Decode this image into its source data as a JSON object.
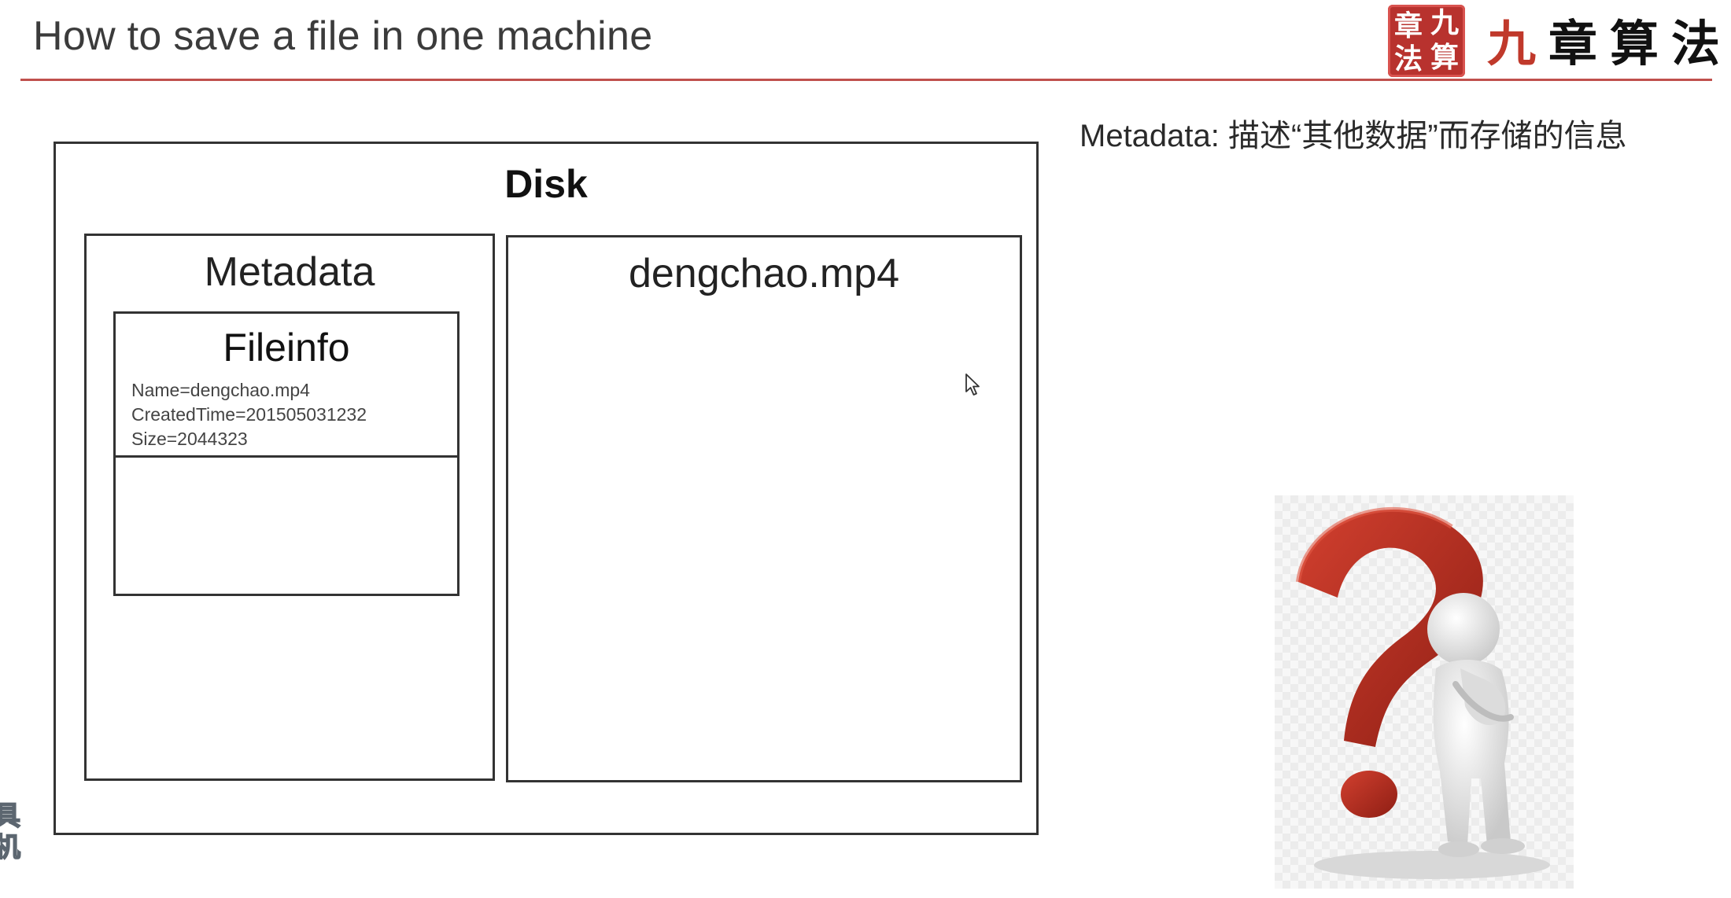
{
  "slide": {
    "title": "How to save a file in one machine",
    "accent_color": "#c0504d"
  },
  "brand": {
    "seal_chars": [
      "九",
      "章",
      "算",
      "法"
    ],
    "name_chars": [
      "九",
      "章",
      "算",
      "法"
    ]
  },
  "diagram": {
    "disk_label": "Disk",
    "metadata_label": "Metadata",
    "fileinfo": {
      "title": "Fileinfo",
      "name": "Name=dengchao.mp4",
      "created_time": "CreatedTime=201505031232",
      "size": "Size=2044323"
    },
    "file_label": "dengchao.mp4"
  },
  "definition": {
    "text": "Metadata: 描述“其他数据”而存储的信息"
  },
  "figure": {
    "icon": "question-mark-thinking-person",
    "question_color": "#b5281d"
  },
  "watermark": {
    "chars": [
      "具",
      "机"
    ]
  }
}
